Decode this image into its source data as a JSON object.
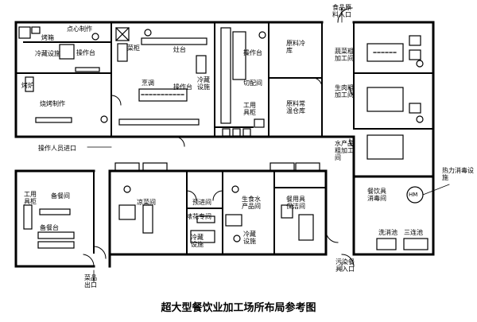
{
  "caption": "超大型餐饮业加工场所布局参考图",
  "rooms": {
    "snack_making": "点心制作",
    "cold_storage_left": "冷藏设施",
    "operating_table_left": "操作台",
    "bake_cabinet": "烤箱",
    "oven": "烤炉",
    "roast_making": "烧烤制作",
    "plate_shelf": "菜柜",
    "stove": "灶台",
    "cooking": "烹调",
    "operating_table_center": "操作台",
    "cold_storage_center": "冷藏设施",
    "operating_table_prep": "操作台",
    "preparation_room": "切配间",
    "tool_cabinet": "工用具柜",
    "raw_cold_storage": "原料冷库",
    "raw_room_temp_storage": "原料常温仓库",
    "food_raw_entrance": "食品原料入口",
    "vegetable_rough_room": "蔬菜粗加工间",
    "meat_rough_room": "生肉粗加工间",
    "aquatic_rough_room": "水产品粗加工间",
    "heat_disinfection": "热力消毒设施",
    "staff_entrance": "操作人员进口",
    "tool_cabinet_lower": "工用具柜",
    "dish_prep_room": "备餐间",
    "dish_prep_table": "备餐台",
    "cold_dish_room": "凉菜间",
    "pre_entry_room": "预进间",
    "flower_carving_room": "裱花专间",
    "cold_storage_lower": "冷藏设施",
    "raw_aquatic_room": "生食水产品间",
    "cold_storage_lower_right": "冷藏设施",
    "tableware_storage": "餐用具保洁间",
    "tableware_disinfection": "餐饮具消毒间",
    "washing": "洗消池",
    "three_sinks": "三连池",
    "dirty_tableware_entrance": "污染餐具入口",
    "dish_exit": "菜品出口",
    "hm_mark": "HM"
  }
}
